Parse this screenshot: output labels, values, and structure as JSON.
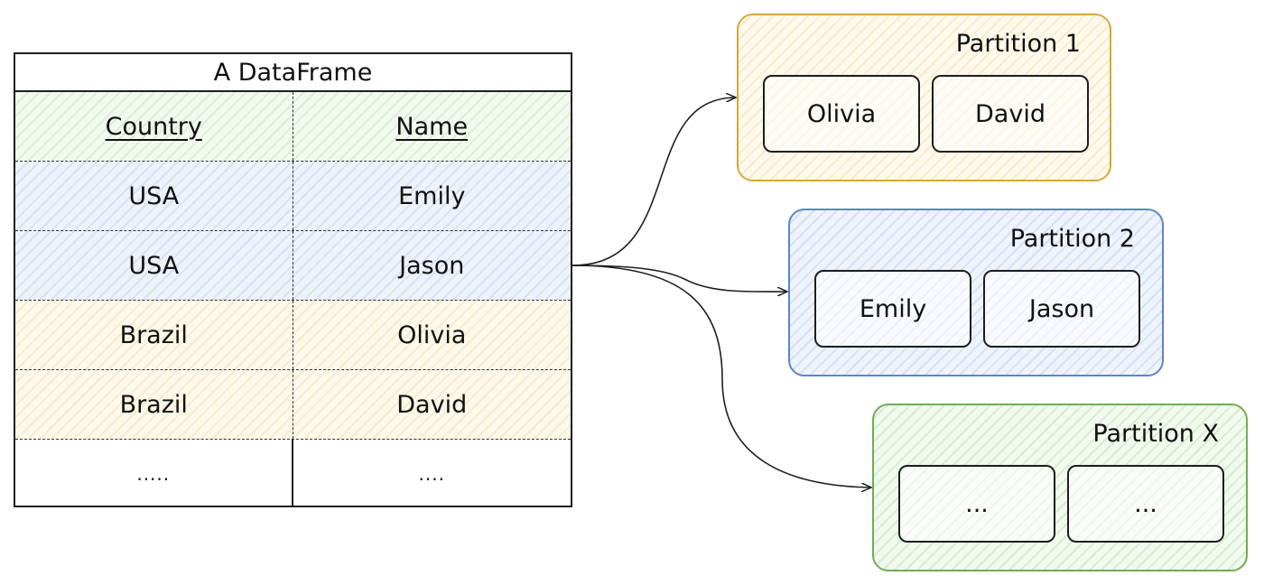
{
  "dataframe": {
    "title": "A DataFrame",
    "headers": [
      "Country",
      "Name"
    ],
    "rows": [
      [
        "USA",
        "Emily"
      ],
      [
        "USA",
        "Jason"
      ],
      [
        "Brazil",
        "Olivia"
      ],
      [
        "Brazil",
        "David"
      ],
      [
        ".....",
        "...."
      ]
    ]
  },
  "partitions": [
    {
      "label": "Partition 1",
      "items": [
        "Olivia",
        "David"
      ],
      "color": "#d5a93a"
    },
    {
      "label": "Partition 2",
      "items": [
        "Emily",
        "Jason"
      ],
      "color": "#5b86c8"
    },
    {
      "label": "Partition X",
      "items": [
        "...",
        "..."
      ],
      "color": "#6fae54"
    }
  ]
}
